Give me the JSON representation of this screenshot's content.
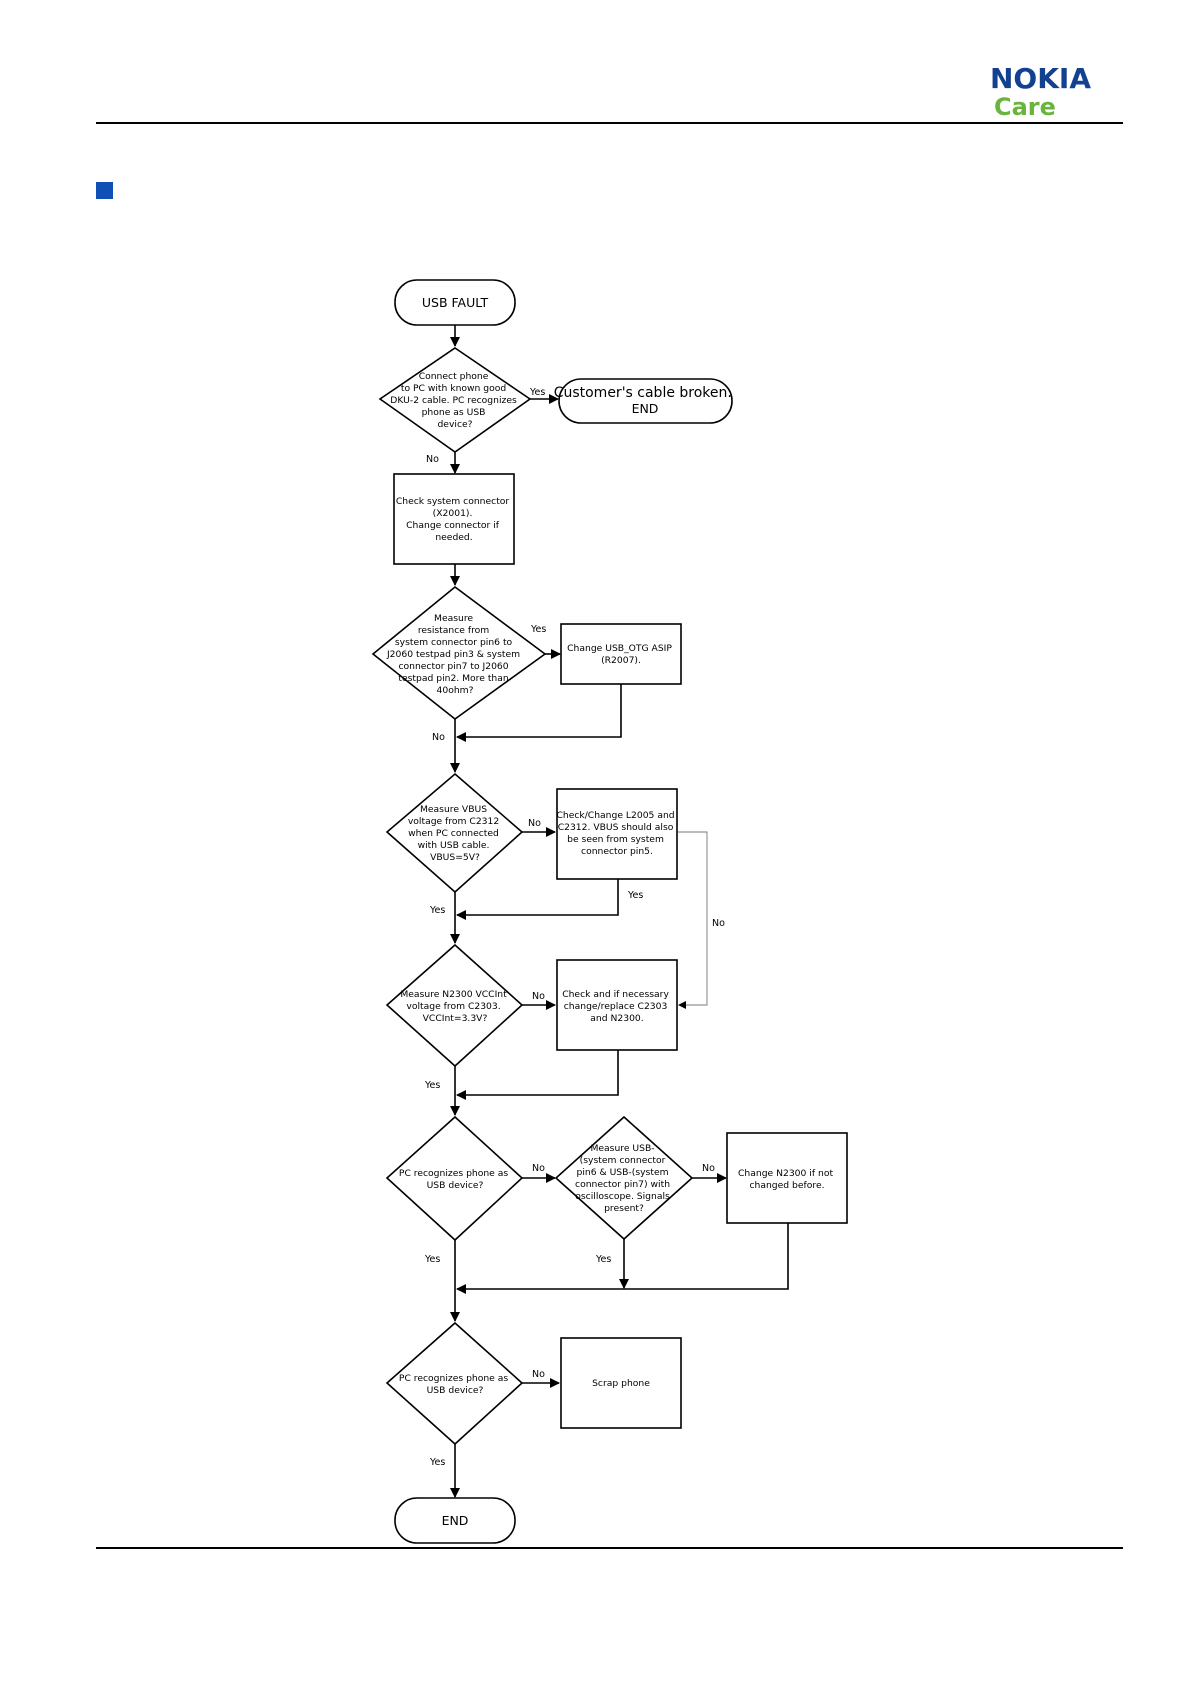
{
  "header": {
    "brand": "NOKIA",
    "brand_sub": "Care",
    "brand_color": "#124191",
    "sub_color": "#6ab43e",
    "bullet_color": "#1050b4"
  },
  "flowchart": {
    "start": "USB FAULT",
    "d1": [
      "Connect phone",
      "to PC with known good",
      "DKU-2 cable. PC recognizes",
      "phone as USB",
      "device?"
    ],
    "t1": [
      "Customer's cable broken.",
      "END"
    ],
    "p1": [
      "Check system connector",
      "(X2001).",
      "Change connector if",
      "needed."
    ],
    "d2": [
      "Measure",
      "resistance from",
      "system connector pin6 to",
      "J2060 testpad pin3 & system",
      "connector pin7 to J2060",
      "testpad pin2. More than",
      "40ohm?"
    ],
    "p2": [
      "Change USB_OTG ASIP",
      "(R2007)."
    ],
    "d3": [
      "Measure VBUS",
      "voltage from C2312",
      "when PC connected",
      "with USB cable.",
      "VBUS=5V?"
    ],
    "p3": [
      "Check/Change L2005 and",
      "C2312. VBUS should also",
      "be seen from system",
      "connector pin5."
    ],
    "d4": [
      "Measure N2300 VCCInt",
      "voltage from C2303.",
      "VCCInt=3.3V?"
    ],
    "p4": [
      "Check and if necessary",
      "change/replace C2303",
      "and N2300."
    ],
    "d5": [
      "PC recognizes phone as",
      "USB device?"
    ],
    "d6": [
      "Measure USB-",
      "(system connector",
      "pin6 & USB-(system",
      "connector pin7) with",
      "oscilloscope. Signals",
      "present?"
    ],
    "p5": [
      "Change N2300 if not",
      "changed before."
    ],
    "d7": [
      "PC recognizes phone as",
      "USB device?"
    ],
    "p6": [
      "Scrap phone"
    ],
    "end": "END",
    "labels": {
      "yes": "Yes",
      "no": "No"
    }
  }
}
